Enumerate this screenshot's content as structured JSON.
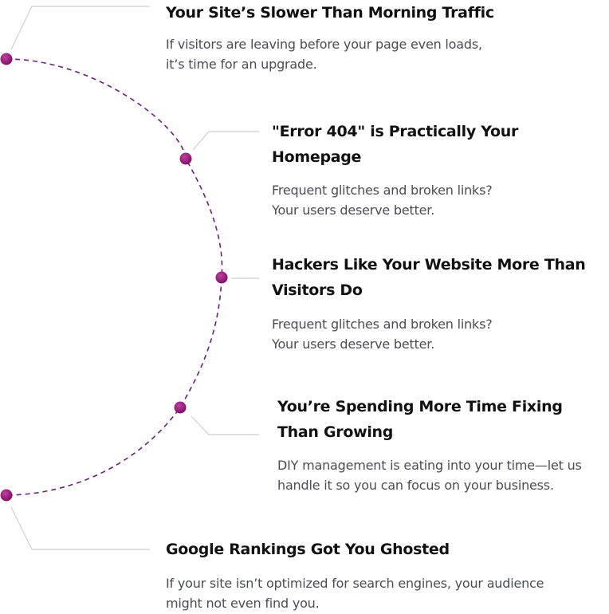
{
  "colors": {
    "dot": "#9c1d7a",
    "dashed_arc": "#6b1f7e",
    "connector": "#c9c9c9",
    "heading": "#111111",
    "body": "#4b4b55"
  },
  "items": [
    {
      "title": "Your Site’s Slower Than Morning Traffic",
      "description_line1": "If visitors are leaving before your page even loads,",
      "description_line2": "it’s time for an upgrade."
    },
    {
      "title": "\"Error 404\" is Practically Your Homepage",
      "description_line1": "Frequent glitches and broken links?",
      "description_line2": "Your users deserve better."
    },
    {
      "title_line1": "Hackers Like Your Website More Than",
      "title_line2": "Visitors Do",
      "description_line1": "Frequent glitches and broken links?",
      "description_line2": "Your users deserve better."
    },
    {
      "title_line1": "You’re Spending More Time Fixing",
      "title_line2": "Than Growing",
      "description_line1": "DIY management is eating into your time—let us",
      "description_line2": "handle it so you can focus on your business."
    },
    {
      "title": "Google Rankings Got You Ghosted",
      "description_line1": "If your site isn’t optimized for search engines, your audience",
      "description_line2": "might not even find you."
    }
  ]
}
